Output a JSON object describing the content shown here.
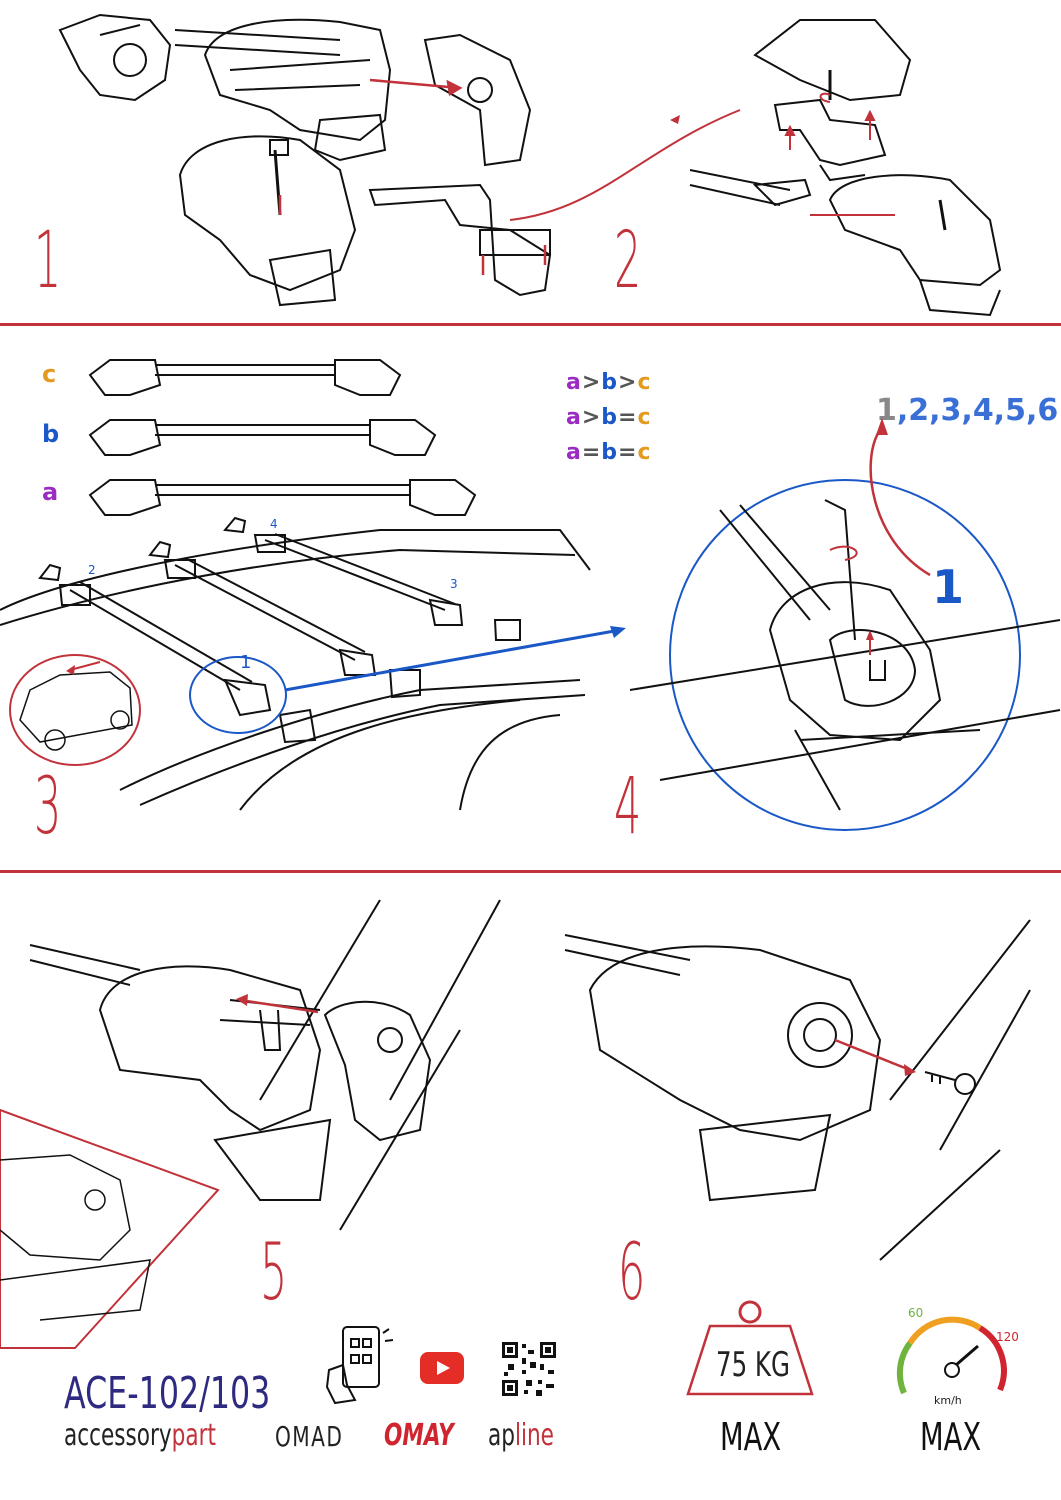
{
  "steps": [
    "1",
    "2",
    "3",
    "4",
    "5",
    "6"
  ],
  "bar_labels": [
    {
      "letter": "c",
      "color": "#e39a1f"
    },
    {
      "letter": "b",
      "color": "#1a58c7"
    },
    {
      "letter": "a",
      "color": "#9a2cc4"
    }
  ],
  "inequalities": [
    {
      "parts": [
        "a",
        ">",
        "b",
        ">",
        "c"
      ]
    },
    {
      "parts": [
        "a",
        ">",
        "b",
        "=",
        "c"
      ]
    },
    {
      "parts": [
        "a",
        "=",
        "b",
        "=",
        "c"
      ]
    }
  ],
  "part_colors": {
    "a": "#9a2cc4",
    "b": "#1a58c7",
    "c": "#e39a1f",
    ">": "#555555",
    "=": "#555555"
  },
  "torque_sequence": {
    "first": "1",
    "rest": ",2,3,4,5,6"
  },
  "positions": [
    "1",
    "2",
    "3",
    "4"
  ],
  "callout_number": "1",
  "footer": {
    "model": "ACE-102/103",
    "brand_accessory": "accessory",
    "brand_part": "part",
    "brand_omad": "OMAD",
    "brand_omay": "OMAY",
    "brand_apline_ap": "ap",
    "brand_apline_line": "line",
    "weight_label": "75 KG",
    "weight_max": "MAX",
    "speed_min": "60",
    "speed_max": "120",
    "speed_unit": "km/h",
    "speed_max_label": "MAX"
  },
  "icons": [
    "phone-qr-icon",
    "youtube-icon",
    "qr-code-icon",
    "weight-icon",
    "speedometer-icon",
    "key-icon",
    "hex-key-icon"
  ],
  "colors": {
    "accent_red": "#c2323a",
    "blue": "#1a58c7",
    "navy": "#2d2a80"
  }
}
